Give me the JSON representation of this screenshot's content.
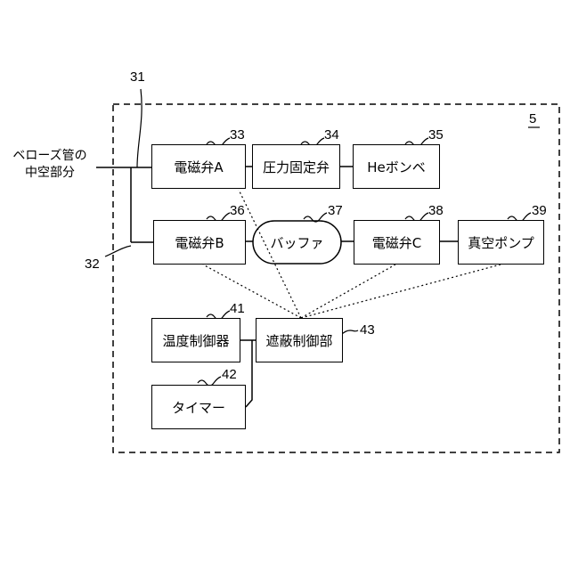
{
  "figure_number": "5",
  "external_label": {
    "line1": "ベローズ管の",
    "line2": "中空部分"
  },
  "blocks": {
    "valve_a": "電磁弁A",
    "pressure_valve": "圧力固定弁",
    "he_cylinder": "Heボンベ",
    "valve_b": "電磁弁B",
    "buffer": "バッファ",
    "valve_c": "電磁弁C",
    "vacuum_pump": "真空ポンプ",
    "temp_controller": "温度制御器",
    "shield_controller": "遮蔽制御部",
    "timer": "タイマー"
  },
  "refs": {
    "r31": "31",
    "r32": "32",
    "r33": "33",
    "r34": "34",
    "r35": "35",
    "r36": "36",
    "r37": "37",
    "r38": "38",
    "r39": "39",
    "r41": "41",
    "r42": "42",
    "r43": "43"
  }
}
